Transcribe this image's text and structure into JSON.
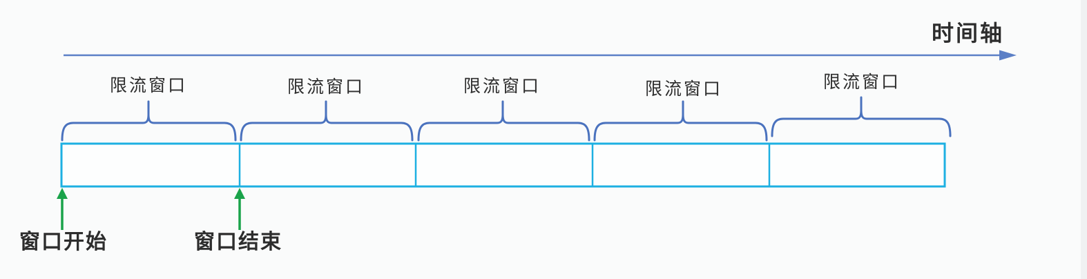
{
  "axis": {
    "label": "时间轴"
  },
  "windows": {
    "items": [
      {
        "label": "限流窗口"
      },
      {
        "label": "限流窗口"
      },
      {
        "label": "限流窗口"
      },
      {
        "label": "限流窗口"
      },
      {
        "label": "限流窗口"
      }
    ]
  },
  "markers": {
    "start": {
      "label": "窗口开始"
    },
    "end": {
      "label": "窗口结束"
    }
  },
  "colors": {
    "axis_blue": "#5b7fc6",
    "brace_blue": "#4a72be",
    "box_cyan": "#1db0e2",
    "arrow_green": "#1aa34a",
    "text_dark": "#2d2d2d",
    "background": "#fafbfb"
  }
}
